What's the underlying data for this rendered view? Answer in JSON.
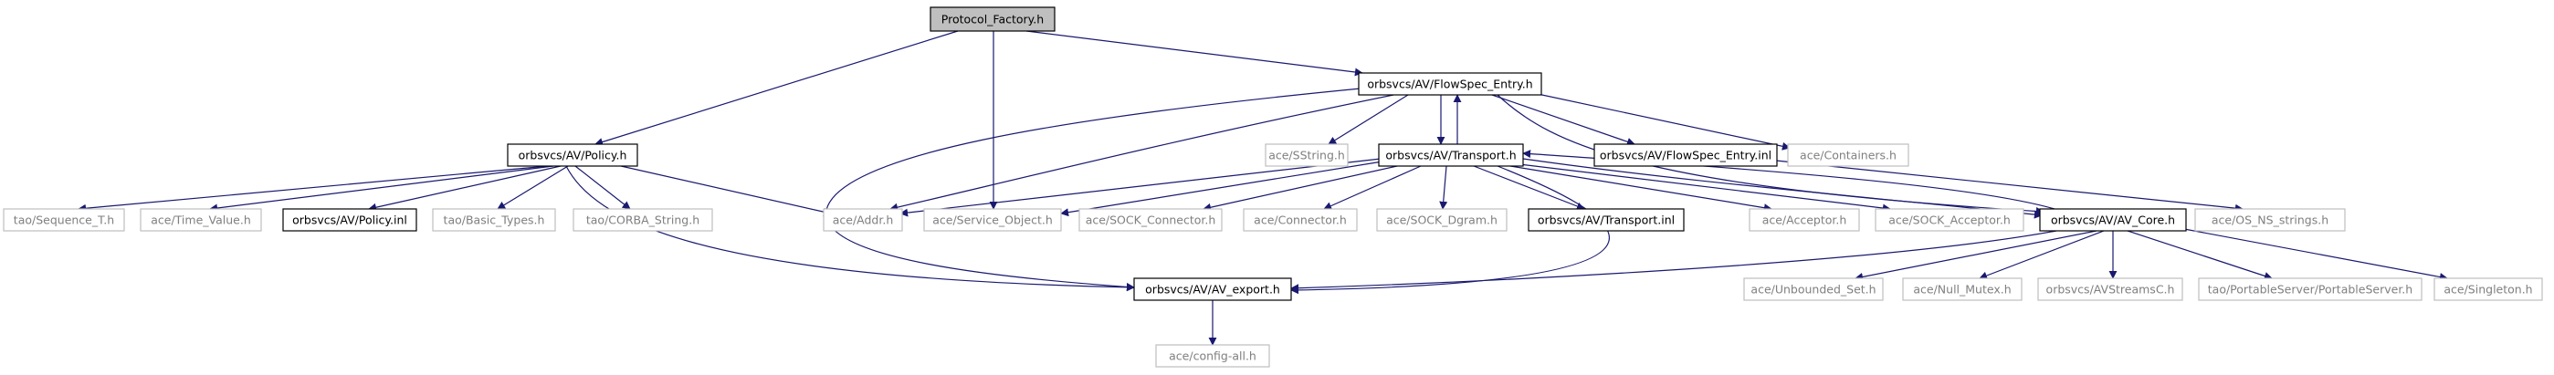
{
  "diagram": {
    "type": "include-dependency-graph",
    "colors": {
      "edge": "#191970",
      "root_fill": "#bfbfbf",
      "root_border": "#000000",
      "documented_border": "#000000",
      "external_border": "#bfbfbf",
      "external_text": "#7f7f7f",
      "text": "#000000"
    },
    "nodes": [
      {
        "id": "protocol_factory",
        "label": "Protocol_Factory.h",
        "kind": "root"
      },
      {
        "id": "policy_h",
        "label": "orbsvcs/AV/Policy.h",
        "kind": "documented"
      },
      {
        "id": "flowspec_entry_h",
        "label": "orbsvcs/AV/FlowSpec_Entry.h",
        "kind": "documented"
      },
      {
        "id": "transport_h",
        "label": "orbsvcs/AV/Transport.h",
        "kind": "documented"
      },
      {
        "id": "sstring_h",
        "label": "ace/SString.h",
        "kind": "external"
      },
      {
        "id": "flowspec_entry_inl",
        "label": "orbsvcs/AV/FlowSpec_Entry.inl",
        "kind": "documented"
      },
      {
        "id": "containers_h",
        "label": "ace/Containers.h",
        "kind": "external"
      },
      {
        "id": "sequence_t_h",
        "label": "tao/Sequence_T.h",
        "kind": "external"
      },
      {
        "id": "time_value_h",
        "label": "ace/Time_Value.h",
        "kind": "external"
      },
      {
        "id": "policy_inl",
        "label": "orbsvcs/AV/Policy.inl",
        "kind": "documented"
      },
      {
        "id": "basic_types_h",
        "label": "tao/Basic_Types.h",
        "kind": "external"
      },
      {
        "id": "corba_string_h",
        "label": "tao/CORBA_String.h",
        "kind": "external"
      },
      {
        "id": "addr_h",
        "label": "ace/Addr.h",
        "kind": "external"
      },
      {
        "id": "service_object_h",
        "label": "ace/Service_Object.h",
        "kind": "external"
      },
      {
        "id": "sock_connector_h",
        "label": "ace/SOCK_Connector.h",
        "kind": "external"
      },
      {
        "id": "connector_h",
        "label": "ace/Connector.h",
        "kind": "external"
      },
      {
        "id": "sock_dgram_h",
        "label": "ace/SOCK_Dgram.h",
        "kind": "external"
      },
      {
        "id": "transport_inl",
        "label": "orbsvcs/AV/Transport.inl",
        "kind": "documented"
      },
      {
        "id": "acceptor_h",
        "label": "ace/Acceptor.h",
        "kind": "external"
      },
      {
        "id": "sock_acceptor_h",
        "label": "ace/SOCK_Acceptor.h",
        "kind": "external"
      },
      {
        "id": "av_core_h",
        "label": "orbsvcs/AV/AV_Core.h",
        "kind": "documented"
      },
      {
        "id": "os_ns_strings_h",
        "label": "ace/OS_NS_strings.h",
        "kind": "external"
      },
      {
        "id": "av_export_h",
        "label": "orbsvcs/AV/AV_export.h",
        "kind": "documented"
      },
      {
        "id": "unbounded_set_h",
        "label": "ace/Unbounded_Set.h",
        "kind": "external"
      },
      {
        "id": "null_mutex_h",
        "label": "ace/Null_Mutex.h",
        "kind": "external"
      },
      {
        "id": "avstreamsc_h",
        "label": "orbsvcs/AVStreamsC.h",
        "kind": "external"
      },
      {
        "id": "portableserver_h",
        "label": "tao/PortableServer/PortableServer.h",
        "kind": "external"
      },
      {
        "id": "singleton_h",
        "label": "ace/Singleton.h",
        "kind": "external"
      },
      {
        "id": "config_all_h",
        "label": "ace/config-all.h",
        "kind": "external"
      }
    ],
    "edges": [
      {
        "from": "protocol_factory",
        "to": "policy_h"
      },
      {
        "from": "protocol_factory",
        "to": "service_object_h"
      },
      {
        "from": "protocol_factory",
        "to": "flowspec_entry_h"
      },
      {
        "from": "flowspec_entry_h",
        "to": "sstring_h"
      },
      {
        "from": "flowspec_entry_h",
        "to": "transport_h"
      },
      {
        "from": "flowspec_entry_h",
        "to": "flowspec_entry_inl"
      },
      {
        "from": "flowspec_entry_h",
        "to": "containers_h"
      },
      {
        "from": "flowspec_entry_h",
        "to": "addr_h"
      },
      {
        "from": "flowspec_entry_h",
        "to": "av_export_h"
      },
      {
        "from": "flowspec_entry_h",
        "to": "av_core_h"
      },
      {
        "from": "flowspec_entry_inl",
        "to": "os_ns_strings_h"
      },
      {
        "from": "transport_h",
        "to": "flowspec_entry_h"
      },
      {
        "from": "transport_h",
        "to": "addr_h"
      },
      {
        "from": "transport_h",
        "to": "service_object_h"
      },
      {
        "from": "transport_h",
        "to": "sock_connector_h"
      },
      {
        "from": "transport_h",
        "to": "connector_h"
      },
      {
        "from": "transport_h",
        "to": "sock_dgram_h"
      },
      {
        "from": "transport_h",
        "to": "transport_inl"
      },
      {
        "from": "transport_h",
        "to": "acceptor_h"
      },
      {
        "from": "transport_h",
        "to": "sock_acceptor_h"
      },
      {
        "from": "transport_h",
        "to": "av_core_h"
      },
      {
        "from": "transport_h",
        "to": "av_export_h"
      },
      {
        "from": "policy_h",
        "to": "sequence_t_h"
      },
      {
        "from": "policy_h",
        "to": "time_value_h"
      },
      {
        "from": "policy_h",
        "to": "policy_inl"
      },
      {
        "from": "policy_h",
        "to": "basic_types_h"
      },
      {
        "from": "policy_h",
        "to": "corba_string_h"
      },
      {
        "from": "policy_h",
        "to": "addr_h"
      },
      {
        "from": "policy_h",
        "to": "av_export_h"
      },
      {
        "from": "av_core_h",
        "to": "transport_h"
      },
      {
        "from": "av_core_h",
        "to": "av_export_h"
      },
      {
        "from": "av_core_h",
        "to": "unbounded_set_h"
      },
      {
        "from": "av_core_h",
        "to": "null_mutex_h"
      },
      {
        "from": "av_core_h",
        "to": "avstreamsc_h"
      },
      {
        "from": "av_core_h",
        "to": "portableserver_h"
      },
      {
        "from": "av_core_h",
        "to": "singleton_h"
      },
      {
        "from": "av_export_h",
        "to": "config_all_h"
      }
    ]
  }
}
